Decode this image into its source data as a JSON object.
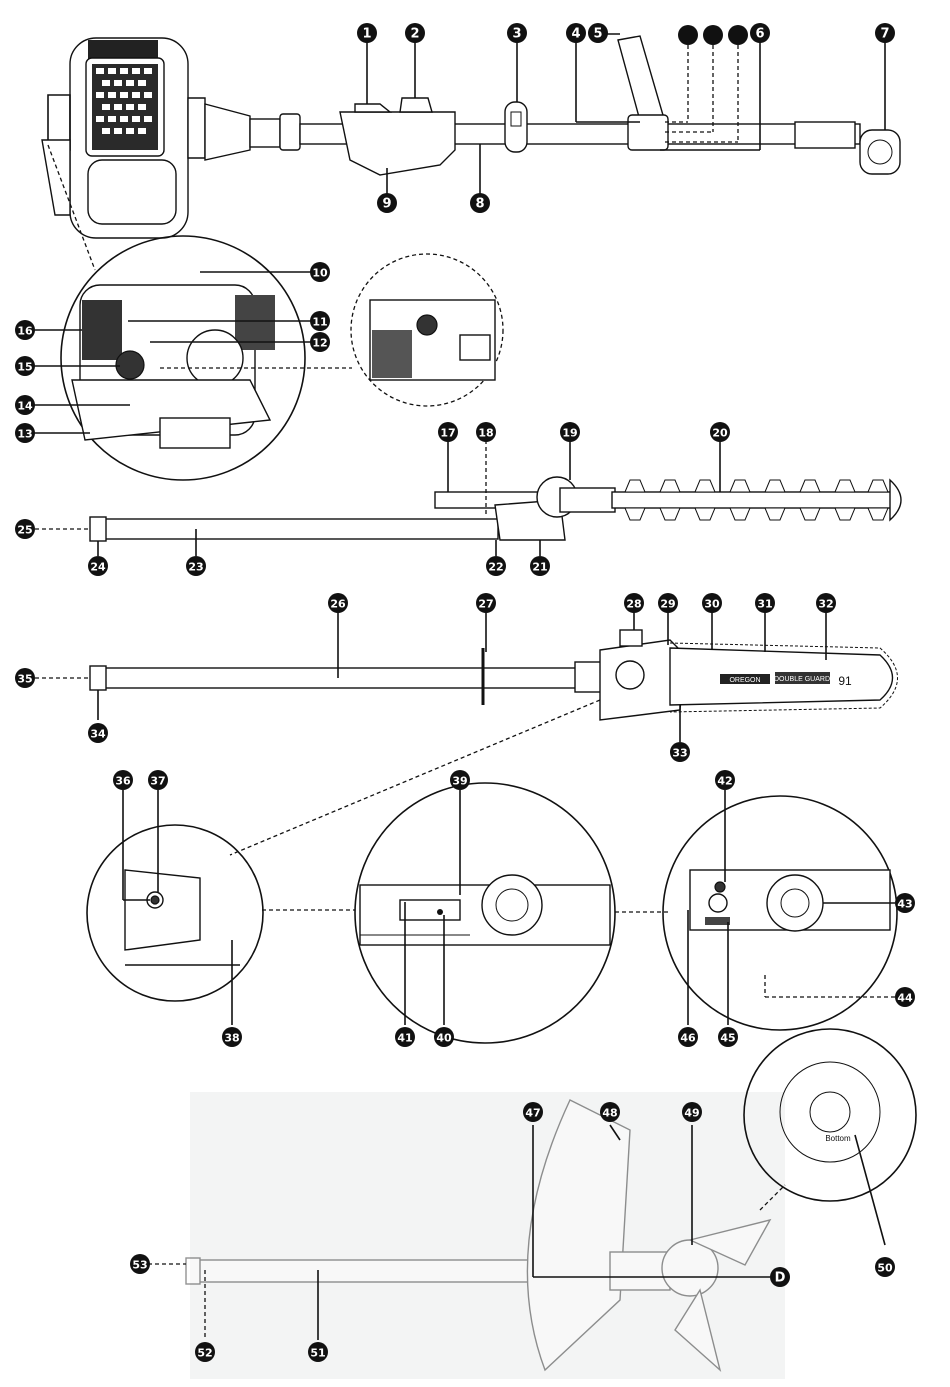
{
  "callouts": [
    {
      "id": "c1",
      "label": "1"
    },
    {
      "id": "c2",
      "label": "2"
    },
    {
      "id": "c3",
      "label": "3"
    },
    {
      "id": "c4",
      "label": "4"
    },
    {
      "id": "c5",
      "label": "5"
    },
    {
      "id": "c6",
      "label": "6"
    },
    {
      "id": "c7",
      "label": "7"
    },
    {
      "id": "c8",
      "label": "8"
    },
    {
      "id": "c9",
      "label": "9"
    },
    {
      "id": "c10",
      "label": "10"
    },
    {
      "id": "c11",
      "label": "11"
    },
    {
      "id": "c12",
      "label": "12"
    },
    {
      "id": "c13",
      "label": "13"
    },
    {
      "id": "c14",
      "label": "14"
    },
    {
      "id": "c15",
      "label": "15"
    },
    {
      "id": "c16",
      "label": "16"
    },
    {
      "id": "c17",
      "label": "17"
    },
    {
      "id": "c18",
      "label": "18"
    },
    {
      "id": "c19",
      "label": "19"
    },
    {
      "id": "c20",
      "label": "20"
    },
    {
      "id": "c21",
      "label": "21"
    },
    {
      "id": "c22",
      "label": "22"
    },
    {
      "id": "c23",
      "label": "23"
    },
    {
      "id": "c24",
      "label": "24"
    },
    {
      "id": "c25",
      "label": "25"
    },
    {
      "id": "c26",
      "label": "26"
    },
    {
      "id": "c27",
      "label": "27"
    },
    {
      "id": "c28",
      "label": "28"
    },
    {
      "id": "c29",
      "label": "29"
    },
    {
      "id": "c30",
      "label": "30"
    },
    {
      "id": "c31",
      "label": "31"
    },
    {
      "id": "c32",
      "label": "32"
    },
    {
      "id": "c33",
      "label": "33"
    },
    {
      "id": "c34",
      "label": "34"
    },
    {
      "id": "c35",
      "label": "35"
    },
    {
      "id": "c36",
      "label": "36"
    },
    {
      "id": "c37",
      "label": "37"
    },
    {
      "id": "c38",
      "label": "38"
    },
    {
      "id": "c39",
      "label": "39"
    },
    {
      "id": "c40",
      "label": "40"
    },
    {
      "id": "c41",
      "label": "41"
    },
    {
      "id": "c42",
      "label": "42"
    },
    {
      "id": "c43",
      "label": "43"
    },
    {
      "id": "c44",
      "label": "44"
    },
    {
      "id": "c45",
      "label": "45"
    },
    {
      "id": "c46",
      "label": "46"
    },
    {
      "id": "c47",
      "label": "47"
    },
    {
      "id": "c48",
      "label": "48"
    },
    {
      "id": "c49",
      "label": "49"
    },
    {
      "id": "c50",
      "label": "50"
    },
    {
      "id": "c51",
      "label": "51"
    },
    {
      "id": "c52",
      "label": "52"
    },
    {
      "id": "c53",
      "label": "53"
    },
    {
      "id": "cD",
      "label": "D"
    }
  ],
  "blank_callouts": 3,
  "part_text": {
    "bar_brand": "OREGON",
    "bar_model": "DOUBLE GUARD",
    "bar_number": "91",
    "spool_text": "Bottom"
  }
}
